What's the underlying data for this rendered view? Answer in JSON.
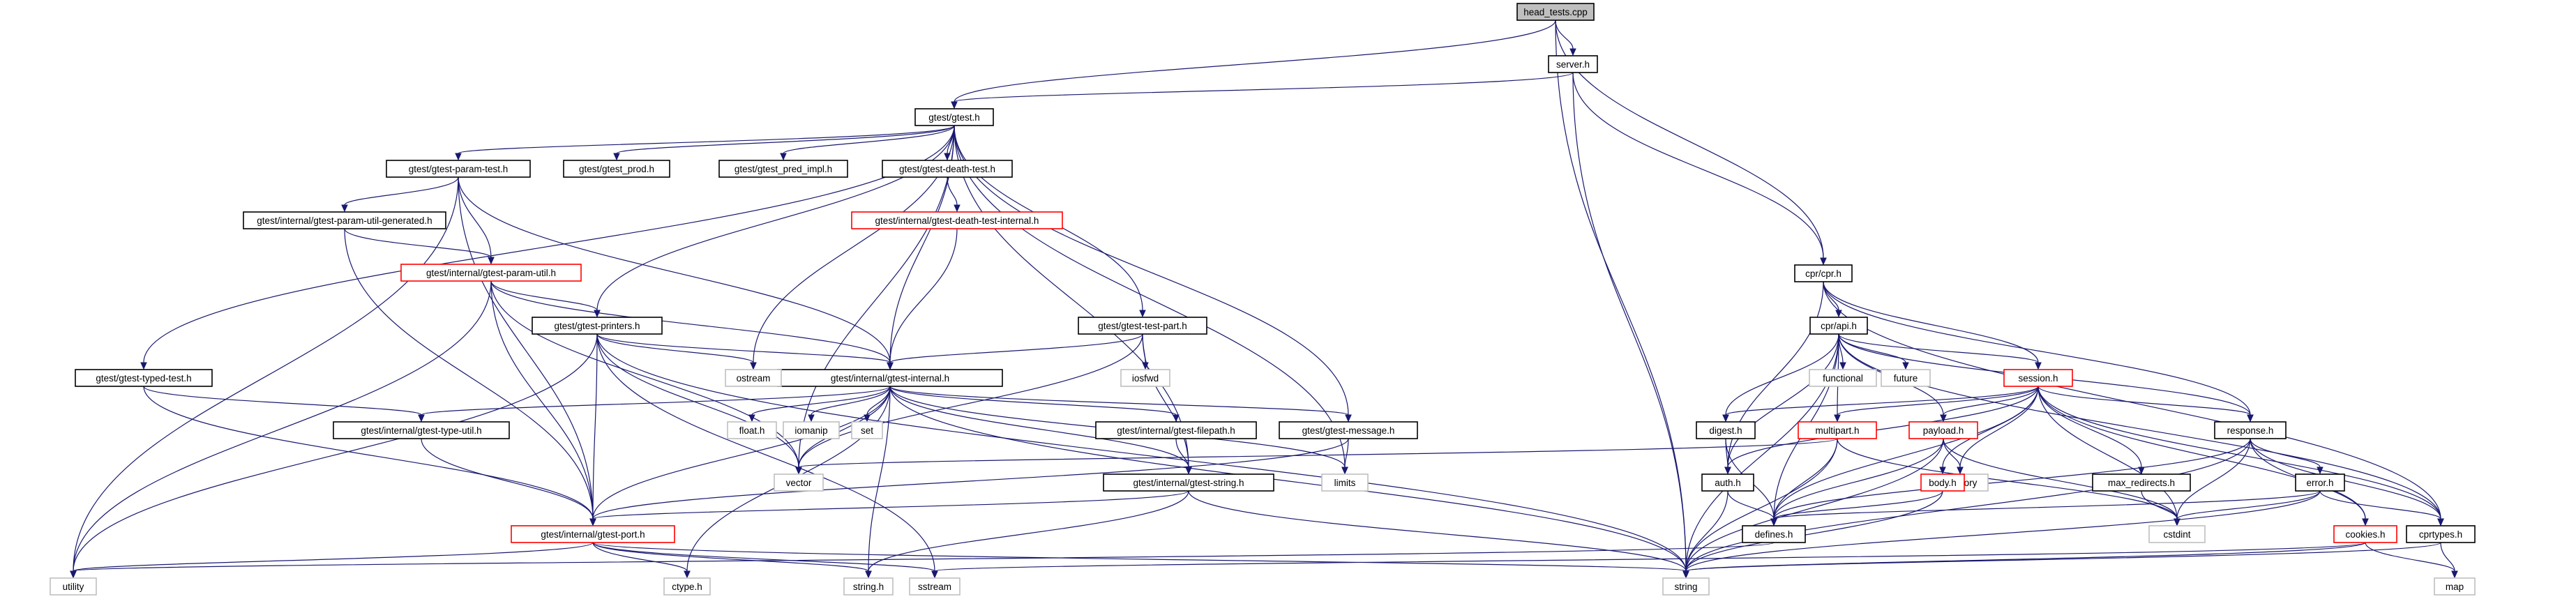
{
  "diagram": {
    "colors": {
      "edge": "#191970",
      "border_black": "#000000",
      "border_red": "#ff0000",
      "border_grey": "#bfbfbf",
      "root_fill": "#bfbfbf",
      "fill": "#ffffff"
    },
    "nodes": [
      {
        "id": "head_tests",
        "label": "head_tests.cpp",
        "border": "black",
        "fill": "root"
      },
      {
        "id": "server",
        "label": "server.h",
        "border": "black"
      },
      {
        "id": "gtest",
        "label": "gtest/gtest.h",
        "border": "black"
      },
      {
        "id": "param_test",
        "label": "gtest/gtest-param-test.h",
        "border": "black"
      },
      {
        "id": "gtest_prod",
        "label": "gtest/gtest_prod.h",
        "border": "black"
      },
      {
        "id": "pred_impl",
        "label": "gtest/gtest_pred_impl.h",
        "border": "black"
      },
      {
        "id": "death_test",
        "label": "gtest/gtest-death-test.h",
        "border": "black"
      },
      {
        "id": "param_gen",
        "label": "gtest/internal/gtest-param-util-generated.h",
        "border": "black"
      },
      {
        "id": "death_internal",
        "label": "gtest/internal/gtest-death-test-internal.h",
        "border": "red"
      },
      {
        "id": "param_util",
        "label": "gtest/internal/gtest-param-util.h",
        "border": "red"
      },
      {
        "id": "printers",
        "label": "gtest/gtest-printers.h",
        "border": "black"
      },
      {
        "id": "test_part",
        "label": "gtest/gtest-test-part.h",
        "border": "black"
      },
      {
        "id": "typed_test",
        "label": "gtest/gtest-typed-test.h",
        "border": "black"
      },
      {
        "id": "internal",
        "label": "gtest/internal/gtest-internal.h",
        "border": "black"
      },
      {
        "id": "ostream",
        "label": "ostream",
        "border": "grey"
      },
      {
        "id": "iosfwd",
        "label": "iosfwd",
        "border": "grey"
      },
      {
        "id": "type_util",
        "label": "gtest/internal/gtest-type-util.h",
        "border": "black"
      },
      {
        "id": "float",
        "label": "float.h",
        "border": "grey"
      },
      {
        "id": "iomanip",
        "label": "iomanip",
        "border": "grey"
      },
      {
        "id": "set",
        "label": "set",
        "border": "grey"
      },
      {
        "id": "filepath",
        "label": "gtest/internal/gtest-filepath.h",
        "border": "black"
      },
      {
        "id": "message",
        "label": "gtest/gtest-message.h",
        "border": "black"
      },
      {
        "id": "vector",
        "label": "vector",
        "border": "grey"
      },
      {
        "id": "limits",
        "label": "limits",
        "border": "grey"
      },
      {
        "id": "gstring",
        "label": "gtest/internal/gtest-string.h",
        "border": "black"
      },
      {
        "id": "port",
        "label": "gtest/internal/gtest-port.h",
        "border": "red"
      },
      {
        "id": "utility",
        "label": "utility",
        "border": "grey"
      },
      {
        "id": "ctype",
        "label": "ctype.h",
        "border": "grey"
      },
      {
        "id": "string_h",
        "label": "string.h",
        "border": "grey"
      },
      {
        "id": "sstream",
        "label": "sstream",
        "border": "grey"
      },
      {
        "id": "string",
        "label": "string",
        "border": "grey"
      },
      {
        "id": "cpr",
        "label": "cpr/cpr.h",
        "border": "black"
      },
      {
        "id": "api",
        "label": "cpr/api.h",
        "border": "black"
      },
      {
        "id": "functional",
        "label": "functional",
        "border": "grey"
      },
      {
        "id": "future",
        "label": "future",
        "border": "grey"
      },
      {
        "id": "session",
        "label": "session.h",
        "border": "red"
      },
      {
        "id": "digest",
        "label": "digest.h",
        "border": "black"
      },
      {
        "id": "multipart",
        "label": "multipart.h",
        "border": "red"
      },
      {
        "id": "payload",
        "label": "payload.h",
        "border": "red"
      },
      {
        "id": "response",
        "label": "response.h",
        "border": "black"
      },
      {
        "id": "auth",
        "label": "auth.h",
        "border": "black"
      },
      {
        "id": "memory",
        "label": "memory",
        "border": "grey"
      },
      {
        "id": "body",
        "label": "body.h",
        "border": "red"
      },
      {
        "id": "max_redirects",
        "label": "max_redirects.h",
        "border": "black"
      },
      {
        "id": "error",
        "label": "error.h",
        "border": "black"
      },
      {
        "id": "defines",
        "label": "defines.h",
        "border": "black"
      },
      {
        "id": "cstdint",
        "label": "cstdint",
        "border": "grey"
      },
      {
        "id": "cookies",
        "label": "cookies.h",
        "border": "red"
      },
      {
        "id": "cprtypes",
        "label": "cprtypes.h",
        "border": "black"
      },
      {
        "id": "map",
        "label": "map",
        "border": "grey"
      }
    ],
    "edges": [
      [
        "head_tests",
        "server"
      ],
      [
        "head_tests",
        "gtest"
      ],
      [
        "head_tests",
        "string"
      ],
      [
        "head_tests",
        "cpr"
      ],
      [
        "server",
        "gtest"
      ],
      [
        "server",
        "string"
      ],
      [
        "server",
        "cpr"
      ],
      [
        "gtest",
        "param_test"
      ],
      [
        "gtest",
        "gtest_prod"
      ],
      [
        "gtest",
        "pred_impl"
      ],
      [
        "gtest",
        "death_test"
      ],
      [
        "gtest",
        "printers"
      ],
      [
        "gtest",
        "test_part"
      ],
      [
        "gtest",
        "typed_test"
      ],
      [
        "gtest",
        "internal"
      ],
      [
        "gtest",
        "ostream"
      ],
      [
        "gtest",
        "vector"
      ],
      [
        "gtest",
        "limits"
      ],
      [
        "gtest",
        "message"
      ],
      [
        "gtest",
        "gstring"
      ],
      [
        "param_test",
        "param_gen"
      ],
      [
        "param_test",
        "param_util"
      ],
      [
        "param_test",
        "internal"
      ],
      [
        "param_test",
        "port"
      ],
      [
        "param_test",
        "utility"
      ],
      [
        "death_test",
        "death_internal"
      ],
      [
        "death_internal",
        "internal"
      ],
      [
        "param_gen",
        "param_util"
      ],
      [
        "param_gen",
        "port"
      ],
      [
        "param_util",
        "printers"
      ],
      [
        "param_util",
        "internal"
      ],
      [
        "param_util",
        "port"
      ],
      [
        "param_util",
        "vector"
      ],
      [
        "param_util",
        "utility"
      ],
      [
        "printers",
        "ostream"
      ],
      [
        "printers",
        "internal"
      ],
      [
        "printers",
        "port"
      ],
      [
        "printers",
        "vector"
      ],
      [
        "printers",
        "sstream"
      ],
      [
        "printers",
        "string"
      ],
      [
        "printers",
        "utility"
      ],
      [
        "test_part",
        "iosfwd"
      ],
      [
        "test_part",
        "internal"
      ],
      [
        "test_part",
        "vector"
      ],
      [
        "test_part",
        "gstring"
      ],
      [
        "typed_test",
        "type_util"
      ],
      [
        "typed_test",
        "port"
      ],
      [
        "internal",
        "type_util"
      ],
      [
        "internal",
        "float"
      ],
      [
        "internal",
        "iomanip"
      ],
      [
        "internal",
        "set"
      ],
      [
        "internal",
        "filepath"
      ],
      [
        "internal",
        "message"
      ],
      [
        "internal",
        "vector"
      ],
      [
        "internal",
        "limits"
      ],
      [
        "internal",
        "gstring"
      ],
      [
        "internal",
        "port"
      ],
      [
        "internal",
        "ctype"
      ],
      [
        "internal",
        "string_h"
      ],
      [
        "internal",
        "string"
      ],
      [
        "type_util",
        "port"
      ],
      [
        "filepath",
        "gstring"
      ],
      [
        "message",
        "limits"
      ],
      [
        "message",
        "port"
      ],
      [
        "gstring",
        "port"
      ],
      [
        "gstring",
        "string_h"
      ],
      [
        "gstring",
        "string"
      ],
      [
        "port",
        "utility"
      ],
      [
        "port",
        "ctype"
      ],
      [
        "port",
        "string_h"
      ],
      [
        "port",
        "sstream"
      ],
      [
        "port",
        "string"
      ],
      [
        "cpr",
        "api"
      ],
      [
        "cpr",
        "session"
      ],
      [
        "cpr",
        "auth"
      ],
      [
        "cpr",
        "response"
      ],
      [
        "cpr",
        "cprtypes"
      ],
      [
        "api",
        "functional"
      ],
      [
        "api",
        "future"
      ],
      [
        "api",
        "session"
      ],
      [
        "api",
        "digest"
      ],
      [
        "api",
        "multipart"
      ],
      [
        "api",
        "payload"
      ],
      [
        "api",
        "auth"
      ],
      [
        "api",
        "response"
      ],
      [
        "api",
        "string"
      ],
      [
        "api",
        "defines"
      ],
      [
        "api",
        "cprtypes"
      ],
      [
        "session",
        "digest"
      ],
      [
        "session",
        "multipart"
      ],
      [
        "session",
        "payload"
      ],
      [
        "session",
        "response"
      ],
      [
        "session",
        "auth"
      ],
      [
        "session",
        "memory"
      ],
      [
        "session",
        "body"
      ],
      [
        "session",
        "max_redirects"
      ],
      [
        "session",
        "cstdint"
      ],
      [
        "session",
        "cookies"
      ],
      [
        "session",
        "cprtypes"
      ],
      [
        "session",
        "defines"
      ],
      [
        "digest",
        "auth"
      ],
      [
        "digest",
        "defines"
      ],
      [
        "multipart",
        "vector"
      ],
      [
        "multipart",
        "defines"
      ],
      [
        "multipart",
        "string"
      ],
      [
        "multipart",
        "cstdint"
      ],
      [
        "payload",
        "memory"
      ],
      [
        "payload",
        "defines"
      ],
      [
        "payload",
        "string"
      ],
      [
        "payload",
        "cstdint"
      ],
      [
        "auth",
        "defines"
      ],
      [
        "auth",
        "string"
      ],
      [
        "body",
        "defines"
      ],
      [
        "body",
        "string"
      ],
      [
        "max_redirects",
        "cstdint"
      ],
      [
        "response",
        "error"
      ],
      [
        "response",
        "cookies"
      ],
      [
        "response",
        "cprtypes"
      ],
      [
        "response",
        "defines"
      ],
      [
        "response",
        "string"
      ],
      [
        "response",
        "cstdint"
      ],
      [
        "error",
        "defines"
      ],
      [
        "error",
        "cstdint"
      ],
      [
        "error",
        "string"
      ],
      [
        "error",
        "cprtypes"
      ],
      [
        "cookies",
        "sstream"
      ],
      [
        "cookies",
        "string"
      ],
      [
        "cookies",
        "map"
      ],
      [
        "cprtypes",
        "map"
      ],
      [
        "cprtypes",
        "string"
      ],
      [
        "defines",
        "utility"
      ]
    ]
  }
}
